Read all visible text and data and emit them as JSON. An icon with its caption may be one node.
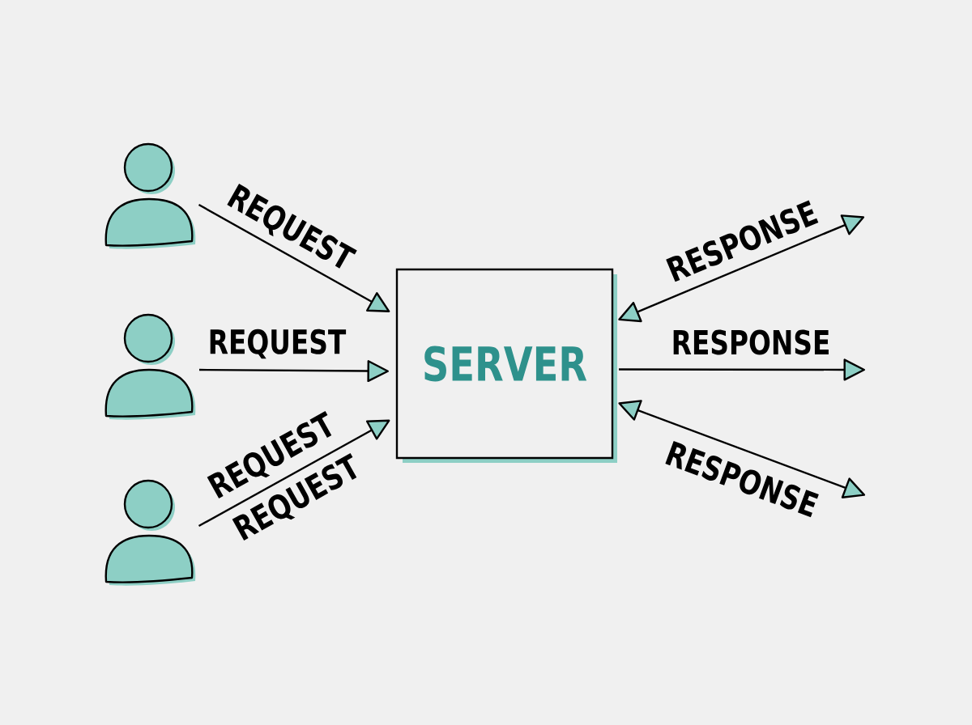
{
  "diagram": {
    "nodes": [
      {
        "text": [],
        "shape": "person"
      },
      {
        "text": [],
        "shape": "person"
      },
      {
        "text": [],
        "shape": "person"
      },
      {
        "text": [
          "SERVER"
        ]
      }
    ],
    "edges": [
      {
        "from": 0,
        "to": 3,
        "arrow": "to",
        "label": "REQUEST"
      },
      {
        "from": 1,
        "to": 3,
        "arrow": "to",
        "label": "REQUEST"
      },
      {
        "from": 2,
        "to": 3,
        "arrow": "to",
        "label": "REQUEST"
      },
      {
        "from": 3,
        "to": null,
        "arrow": "both",
        "label": "RESPONSE"
      },
      {
        "from": 3,
        "to": null,
        "arrow": "to",
        "label": "RESPONSE"
      },
      {
        "from": 3,
        "to": null,
        "arrow": "both",
        "label": "RESPONSE"
      }
    ],
    "labels": [
      "REQUEST"
    ]
  }
}
